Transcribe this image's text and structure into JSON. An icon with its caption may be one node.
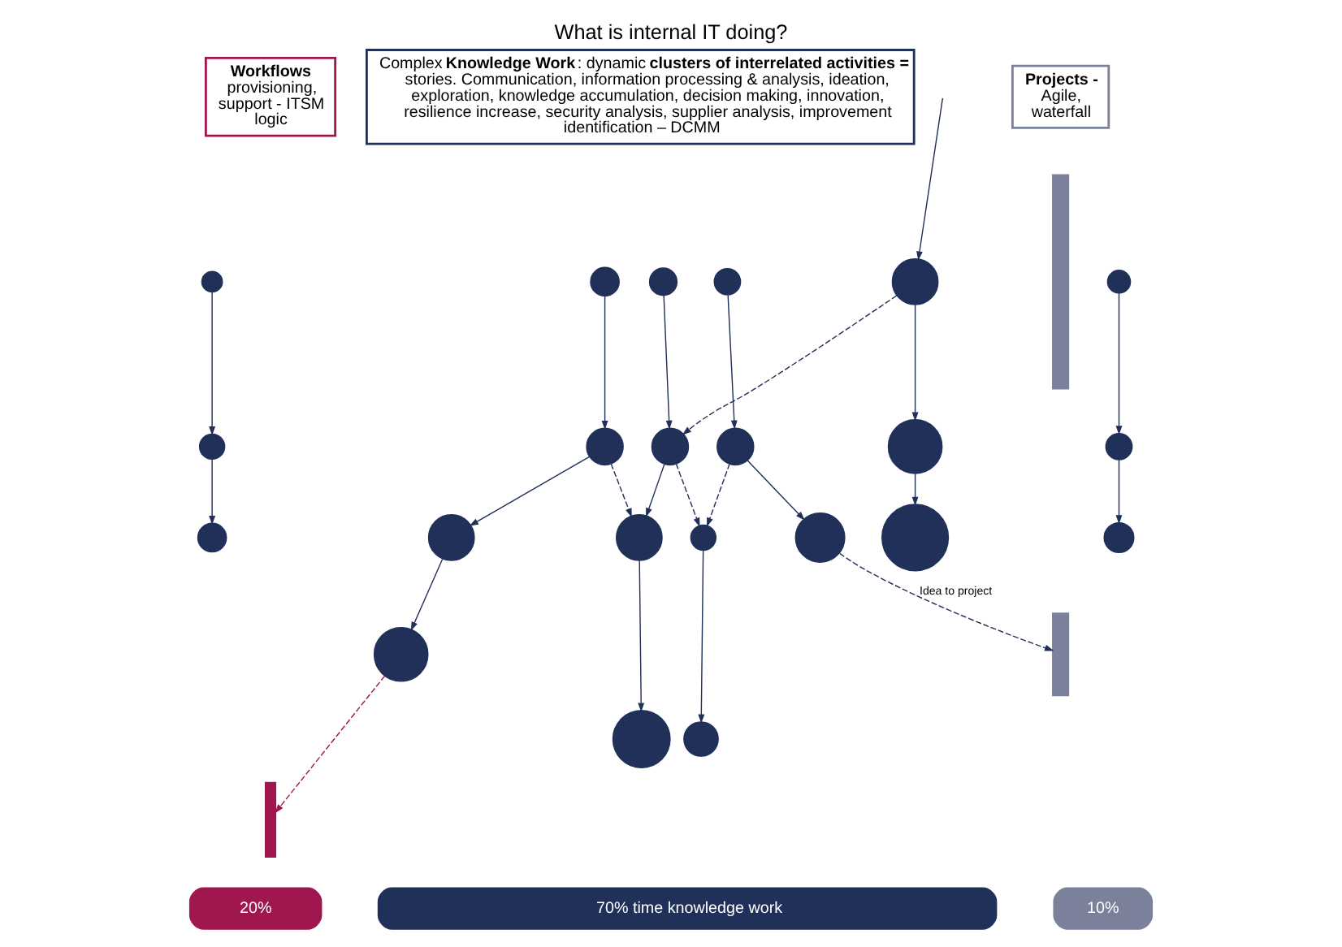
{
  "diagram": {
    "title": "What is internal IT doing?",
    "nodes": [
      {
        "text": [
          "Workflows",
          "provisioning, support - ITSM logic"
        ]
      },
      {
        "text": [
          "Complex **Knowledge Work**: dynamic **clusters of interrelated activities =** stories. Communication, information processing & analysis, ideation, exploration, knowledge accumulation, decision making, innovation, resilience increase, security analysis, supplier analysis, improvement identification – DCMM"
        ]
      },
      {
        "text": [
          "Projects -",
          "Agile, waterfall"
        ]
      },
      {
        "text": [],
        "shape": "bar"
      },
      {
        "text": [],
        "shape": "circle"
      },
      {
        "text": [],
        "shape": "circle"
      },
      {
        "text": [],
        "shape": "circle"
      },
      {
        "text": [],
        "shape": "circle"
      },
      {
        "text": [],
        "shape": "circle"
      },
      {
        "text": [],
        "shape": "circle"
      },
      {
        "text": [],
        "shape": "circle"
      },
      {
        "text": [],
        "shape": "circle"
      },
      {
        "text": [],
        "shape": "circle"
      },
      {
        "text": [],
        "shape": "circle"
      },
      {
        "text": [],
        "shape": "circle"
      },
      {
        "text": [],
        "shape": "circle"
      },
      {
        "text": [],
        "shape": "circle"
      },
      {
        "text": [],
        "shape": "circle"
      },
      {
        "text": [],
        "shape": "circle"
      },
      {
        "text": [],
        "shape": "circle"
      },
      {
        "text": [],
        "shape": "circle"
      },
      {
        "text": [],
        "shape": "circle"
      },
      {
        "text": [],
        "shape": "circle"
      },
      {
        "text": [],
        "shape": "circle"
      },
      {
        "text": [],
        "shape": "circle"
      },
      {
        "text": [],
        "shape": "circle"
      },
      {
        "text": [],
        "shape": "bar"
      },
      {
        "text": [],
        "shape": "bar"
      },
      {
        "text": [
          "20%"
        ]
      },
      {
        "text": [
          "70% time knowledge work"
        ]
      },
      {
        "text": [
          "10%"
        ]
      }
    ],
    "edges": [
      {
        "from": 4,
        "to": 5,
        "arrow": "to"
      },
      {
        "from": 5,
        "to": 6,
        "arrow": "to"
      },
      {
        "from": 7,
        "to": 8,
        "arrow": "to"
      },
      {
        "from": 8,
        "to": 9,
        "arrow": "to"
      },
      {
        "from": 9,
        "to": 10,
        "arrow": "to"
      },
      {
        "from": 10,
        "to": 3,
        "arrow": "to",
        "style": "dashed",
        "color": "#a0174f"
      },
      {
        "from": 8,
        "to": 13,
        "arrow": "to",
        "style": "dashed"
      },
      {
        "from": 11,
        "to": 12,
        "arrow": "to"
      },
      {
        "from": 12,
        "to": 13,
        "arrow": "to"
      },
      {
        "from": 13,
        "to": 14,
        "arrow": "to"
      },
      {
        "from": null,
        "to": 15,
        "arrow": "to"
      },
      {
        "from": 15,
        "to": 16,
        "arrow": "to"
      },
      {
        "from": 16,
        "to": 17,
        "arrow": "to"
      },
      {
        "from": 15,
        "to": 12,
        "arrow": "to",
        "style": "dashed"
      },
      {
        "from": 12,
        "to": 24,
        "arrow": "to",
        "style": "dashed"
      },
      {
        "from": 18,
        "to": 19,
        "arrow": "to"
      },
      {
        "from": 19,
        "to": 20,
        "arrow": "to"
      },
      {
        "from": 21,
        "to": 22,
        "arrow": "to"
      },
      {
        "from": 22,
        "to": 23,
        "arrow": "to"
      },
      {
        "from": 22,
        "to": 24,
        "arrow": "to",
        "style": "dashed"
      },
      {
        "from": 24,
        "to": 25,
        "arrow": "to"
      },
      {
        "from": 23,
        "to": 27,
        "arrow": "to",
        "style": "dashed",
        "label": "Idea to project"
      }
    ]
  }
}
